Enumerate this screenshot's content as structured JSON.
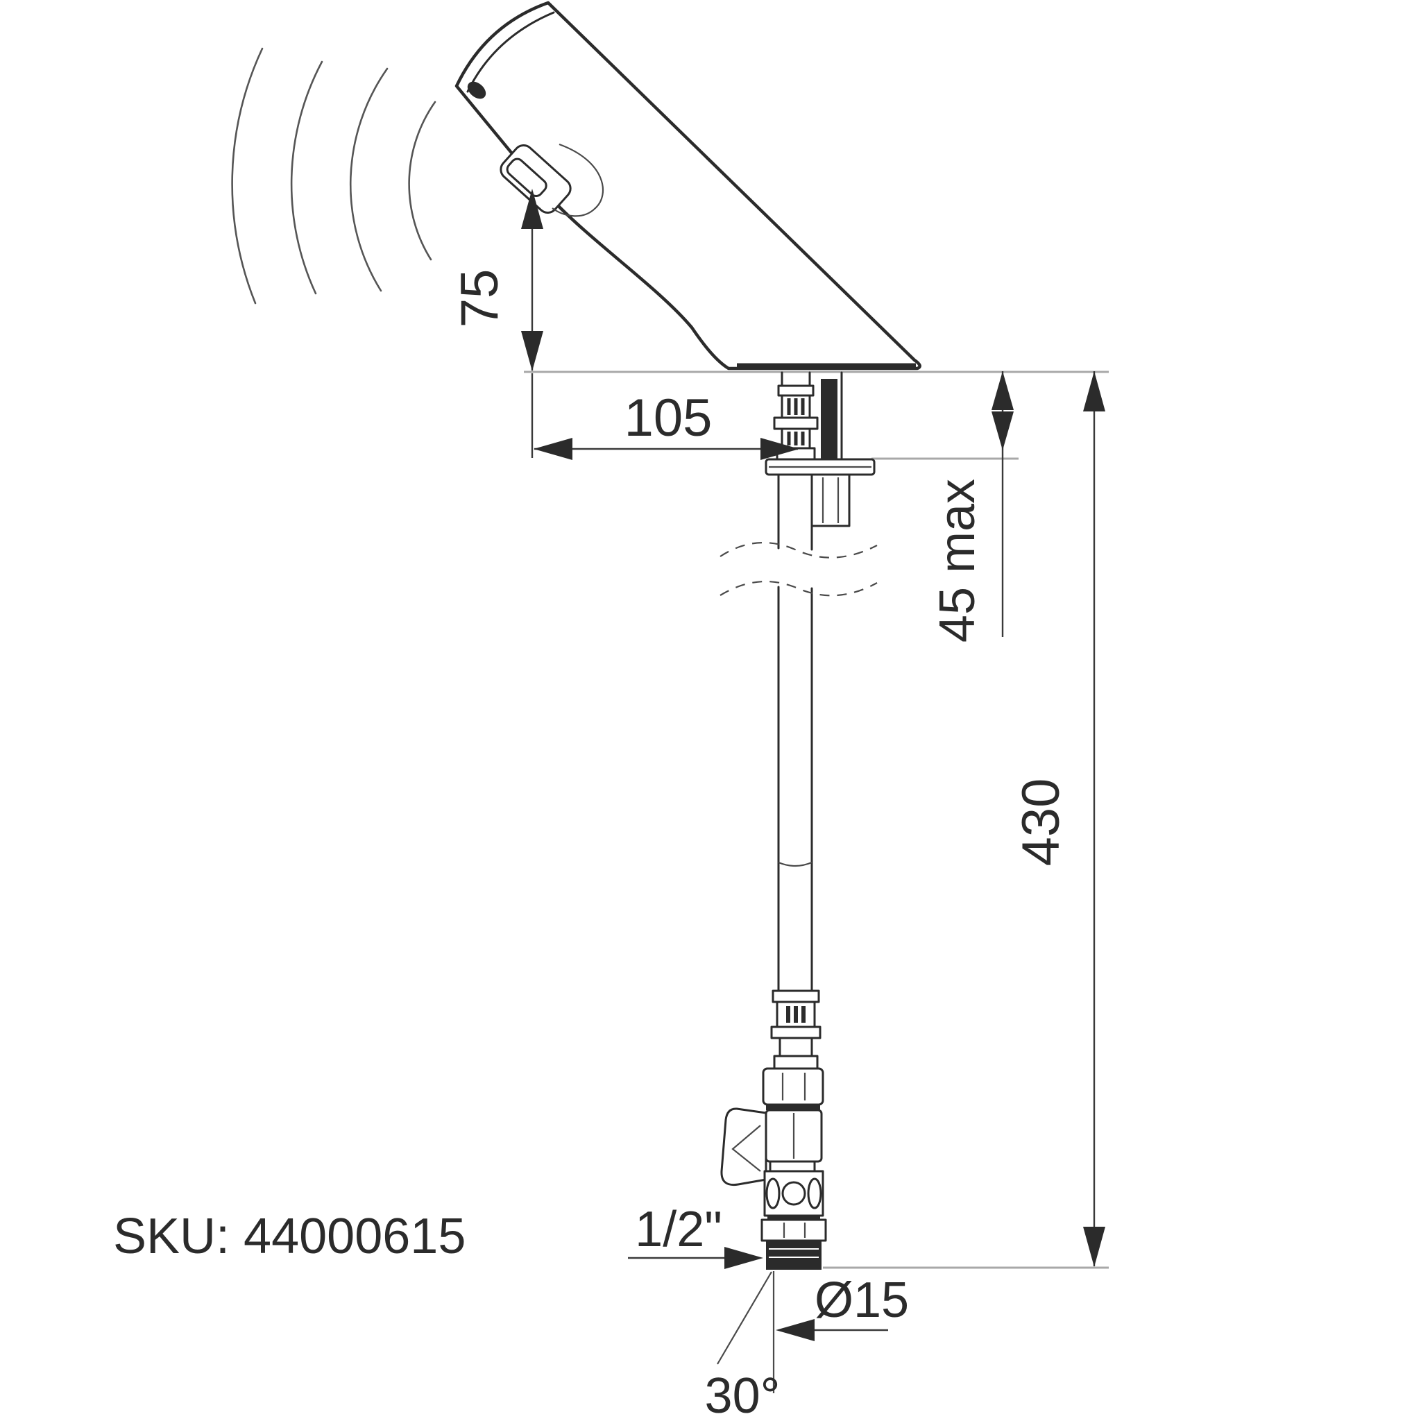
{
  "drawing": {
    "sku_label": "SKU: 44000615",
    "dimensions": {
      "sensor_height": "75",
      "projection": "105",
      "deck_thickness_max": "45 max",
      "total_height": "430",
      "thread_size": "1/2\"",
      "pipe_diameter": "Ø15",
      "angle": "30°"
    },
    "colors": {
      "line": "#2b2b2b",
      "reference_line": "#a8a8a8",
      "background": "#ffffff"
    }
  }
}
